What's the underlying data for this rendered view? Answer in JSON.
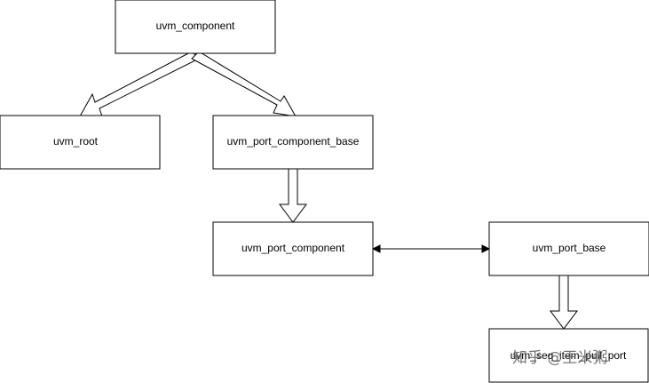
{
  "nodes": {
    "uvm_component": "uvm_component",
    "uvm_root": "uvm_root",
    "uvm_port_component_base": "uvm_port_component_base",
    "uvm_port_component": "uvm_port_component",
    "uvm_port_base": "uvm_port_base",
    "uvm_seq_item_pull_port": "uvm_seq_item_pull_port"
  },
  "watermark": "知乎 @王米粥",
  "colors": {
    "stroke": "#000000",
    "fill": "#ffffff",
    "text": "#000000"
  }
}
